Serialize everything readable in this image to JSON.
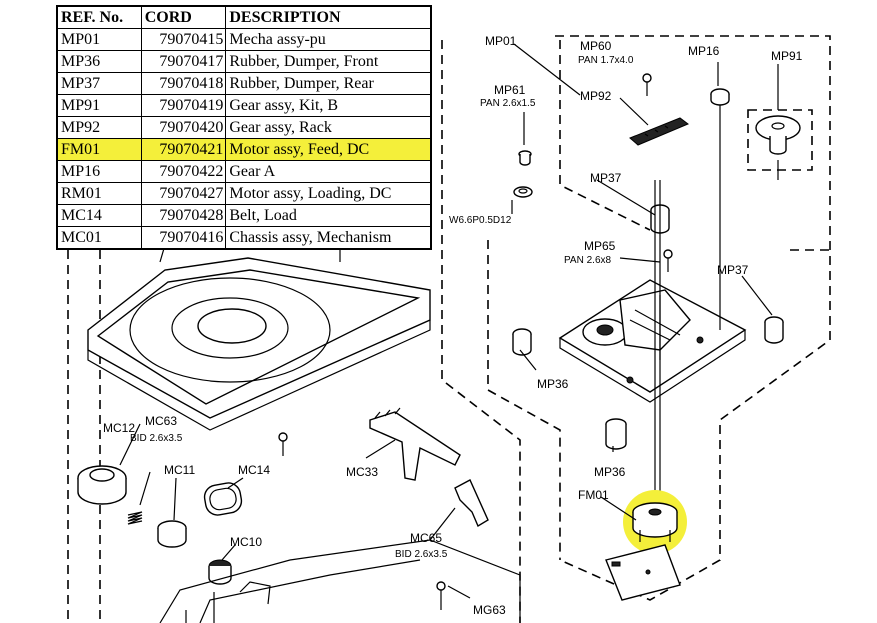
{
  "table": {
    "headers": {
      "ref": "REF. No.",
      "cord": "CORD",
      "desc": "DESCRIPTION"
    },
    "highlight_color": "#f4ef3a",
    "rows": [
      {
        "ref": "MP01",
        "cord": "79070415",
        "desc": "Mecha assy-pu",
        "highlighted": false
      },
      {
        "ref": "MP36",
        "cord": "79070417",
        "desc": "Rubber, Dumper, Front",
        "highlighted": false
      },
      {
        "ref": "MP37",
        "cord": "79070418",
        "desc": "Rubber, Dumper, Rear",
        "highlighted": false
      },
      {
        "ref": "MP91",
        "cord": "79070419",
        "desc": "Gear assy, Kit, B",
        "highlighted": false
      },
      {
        "ref": "MP92",
        "cord": "79070420",
        "desc": "Gear assy, Rack",
        "highlighted": false
      },
      {
        "ref": "FM01",
        "cord": "79070421",
        "desc": "Motor assy, Feed, DC",
        "highlighted": true
      },
      {
        "ref": "MP16",
        "cord": "79070422",
        "desc": "Gear A",
        "highlighted": false
      },
      {
        "ref": "RM01",
        "cord": "79070427",
        "desc": "Motor assy, Loading, DC",
        "highlighted": false
      },
      {
        "ref": "MC14",
        "cord": "79070428",
        "desc": "Belt, Load",
        "highlighted": false
      },
      {
        "ref": "MC01",
        "cord": "79070416",
        "desc": "Chassis assy, Mechanism",
        "highlighted": false
      }
    ]
  },
  "callouts": {
    "mp01": "MP01",
    "mp60": "MP60",
    "mp60_sub": "PAN 1.7x4.0",
    "mp16": "MP16",
    "mp91": "MP91",
    "mp61": "MP61",
    "mp61_sub": "PAN 2.6x1.5",
    "mp92": "MP92",
    "mp37_top": "MP37",
    "w66": "W6.6P0.5D12",
    "mp65": "MP65",
    "mp65_sub": "PAN 2.6x8",
    "mp37_right": "MP37",
    "mp36_left": "MP36",
    "mp36_bottom": "MP36",
    "fm01": "FM01",
    "mc12": "MC12",
    "mc63": "MC63",
    "mc63_sub": "BID 2.6x3.5",
    "mc11": "MC11",
    "mc14": "MC14",
    "mc33": "MC33",
    "mc10": "MC10",
    "mc65": "MC65",
    "mc65_sub": "BID 2.6x3.5",
    "mg63": "MG63"
  },
  "highlight_circle_color": "#f4ef3a"
}
